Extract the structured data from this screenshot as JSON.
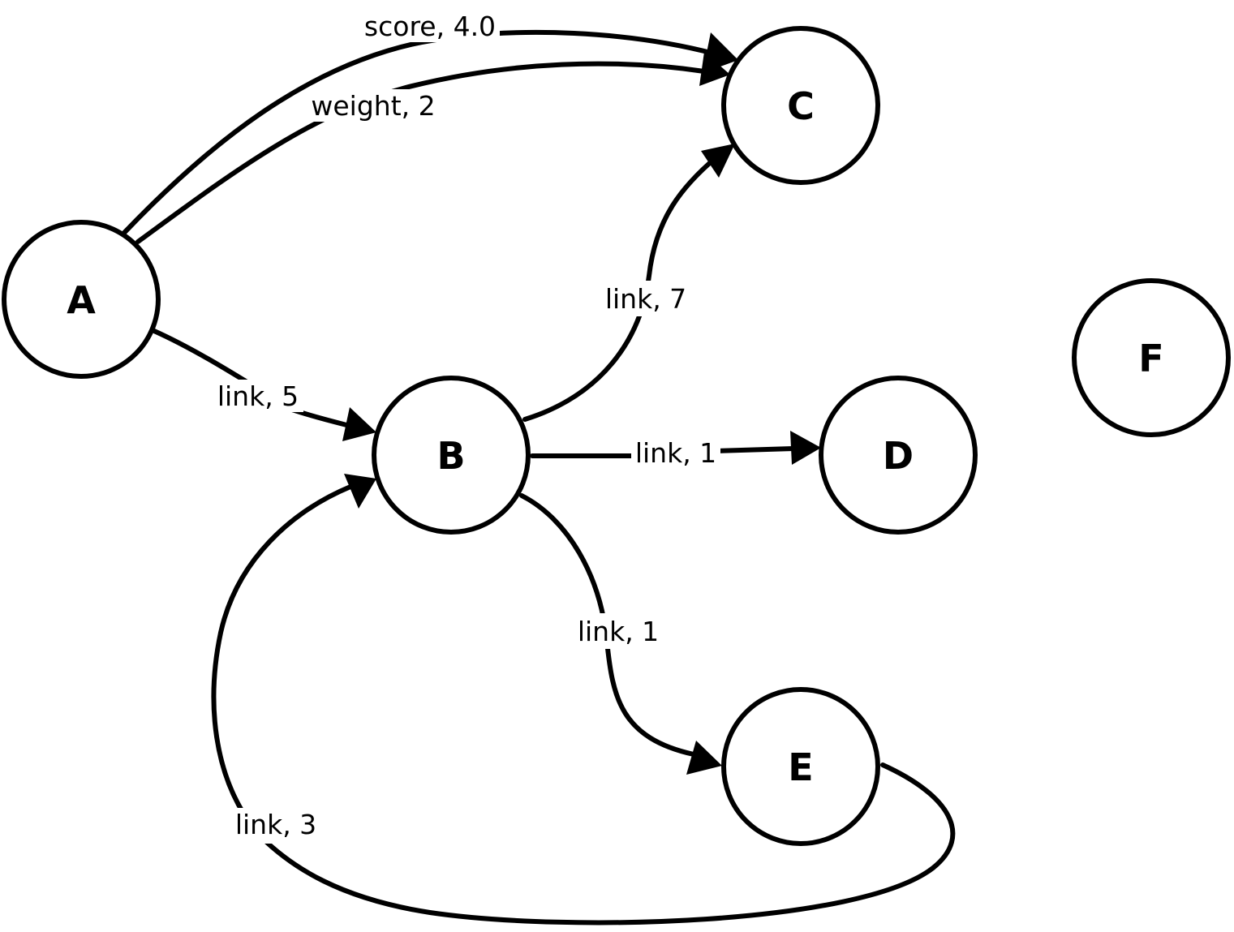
{
  "nodes": [
    {
      "id": "A",
      "label": "A"
    },
    {
      "id": "B",
      "label": "B"
    },
    {
      "id": "C",
      "label": "C"
    },
    {
      "id": "D",
      "label": "D"
    },
    {
      "id": "E",
      "label": "E"
    },
    {
      "id": "F",
      "label": "F"
    }
  ],
  "edges": [
    {
      "from": "A",
      "to": "C",
      "label": "score, 4.0"
    },
    {
      "from": "A",
      "to": "C",
      "label": "weight, 2"
    },
    {
      "from": "A",
      "to": "B",
      "label": "link, 5"
    },
    {
      "from": "B",
      "to": "C",
      "label": "link, 7"
    },
    {
      "from": "B",
      "to": "D",
      "label": "link, 1"
    },
    {
      "from": "B",
      "to": "E",
      "label": "link, 1"
    },
    {
      "from": "E",
      "to": "B",
      "label": "link, 3"
    }
  ]
}
